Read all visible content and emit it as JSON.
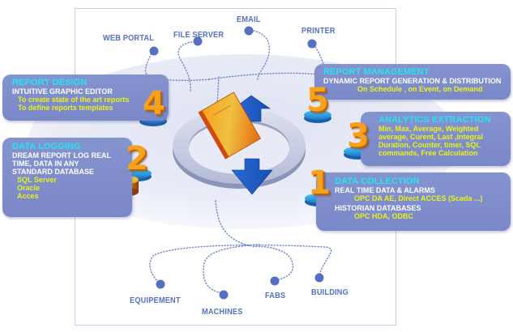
{
  "diagram": {
    "title": "Dream Report architecture",
    "colors": {
      "panel": "#7f8dcb",
      "panel_title": "#22e6f2",
      "panel_sub": "#e8f21a",
      "node": "#5570c0",
      "number": "#f7a21a",
      "arrow": "#1f5fc8",
      "ring": "#c5cbe3"
    },
    "outputs": [
      {
        "id": "web-portal",
        "label": "WEB PORTAL"
      },
      {
        "id": "file-server",
        "label": "FILE SERVER"
      },
      {
        "id": "email",
        "label": "EMAIL"
      },
      {
        "id": "printer",
        "label": "PRINTER"
      }
    ],
    "inputs": [
      {
        "id": "equipement",
        "label": "EQUIPEMENT"
      },
      {
        "id": "machines",
        "label": "MACHINES"
      },
      {
        "id": "fabs",
        "label": "FABS"
      },
      {
        "id": "building",
        "label": "BUILDING"
      }
    ],
    "panels": {
      "report_design": {
        "number": "4",
        "title": "REPORT DESIGN",
        "subtitle": "INTUITIVE GRAPHIC EDITOR",
        "items": [
          "To create state of the art reports",
          "To define reports templates"
        ]
      },
      "data_logging": {
        "number": "2",
        "title": "DATA LOGGING",
        "lines": [
          "DREAM REPORT LOG REAL",
          "TIME, DATA IN ANY",
          "STANDARD DATABASE"
        ],
        "items": [
          "SQL Server",
          "Oracle",
          "Acces"
        ]
      },
      "report_management": {
        "number": "5",
        "title": "REPORT MANAGEMENT",
        "subtitle": "DYNAMIC REPORT GENERATION & DISTRIBUTION",
        "items": [
          "On Schedule , on Event, on Demand"
        ]
      },
      "analytics_extraction": {
        "number": "3",
        "title": "ANALYTICS EXTRACTION",
        "items": [
          "Min, Max, Average, Weighted",
          "average, Curent, Last ,Integral",
          "Duration, Counter, timer, SQL",
          "commands, Free Calculation"
        ]
      },
      "data_collection": {
        "number": "1",
        "title": "DATA COLLECTION",
        "groups": [
          {
            "heading": "REAL TIME DATA & ALARMS",
            "detail": "OPC DA AE, Direct ACCES (Scada ...)"
          },
          {
            "heading": "HISTORIAN DATABASES",
            "detail": "OPC HDA, ODBC"
          }
        ]
      }
    }
  }
}
